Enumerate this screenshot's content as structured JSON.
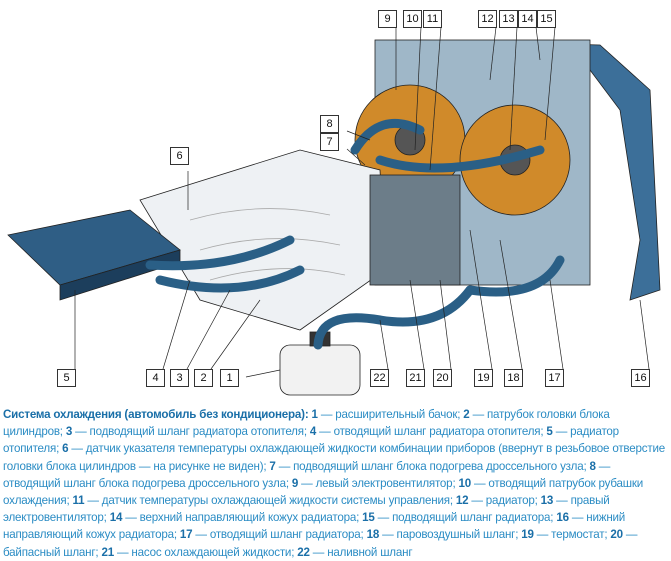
{
  "labels": [
    "1",
    "2",
    "3",
    "4",
    "5",
    "6",
    "7",
    "8",
    "9",
    "10",
    "11",
    "12",
    "13",
    "14",
    "15",
    "16",
    "17",
    "18",
    "19",
    "20",
    "21",
    "22"
  ],
  "caption": {
    "title": "Система охлаждения (автомобиль без кондиционера):",
    "items": [
      {
        "n": "1",
        "t": "расширительный бачок"
      },
      {
        "n": "2",
        "t": "патрубок головки блока цилиндров"
      },
      {
        "n": "3",
        "t": "подводящий шланг радиатора отопителя"
      },
      {
        "n": "4",
        "t": "отводящий шланг радиатора отопителя"
      },
      {
        "n": "5",
        "t": "радиатор отопителя"
      },
      {
        "n": "6",
        "t": "датчик указателя температуры охлаждающей жидкости комбинации приборов (ввернут в резьбовое отверстие головки блока цилиндров — на рисунке не виден)"
      },
      {
        "n": "7",
        "t": "подводящий шланг блока подогрева дроссельного узла"
      },
      {
        "n": "8",
        "t": "отводящий шланг блока подогрева дроссельного узла"
      },
      {
        "n": "9",
        "t": "левый электровентилятор"
      },
      {
        "n": "10",
        "t": "отводящий патрубок рубашки охлаждения"
      },
      {
        "n": "11",
        "t": "датчик температуры охлаждающей жидкости системы управления"
      },
      {
        "n": "12",
        "t": "радиатор"
      },
      {
        "n": "13",
        "t": "правый электровентилятор"
      },
      {
        "n": "14",
        "t": "верхний направляющий кожух радиатора"
      },
      {
        "n": "15",
        "t": "подводящий шланг радиатора"
      },
      {
        "n": "16",
        "t": "нижний направляющий кожух радиатора"
      },
      {
        "n": "17",
        "t": "отводящий шланг радиатора"
      },
      {
        "n": "18",
        "t": "паровоздушный шланг"
      },
      {
        "n": "19",
        "t": "термостат"
      },
      {
        "n": "20",
        "t": "байпасный шланг"
      },
      {
        "n": "21",
        "t": "насос охлаждающей жидкости"
      },
      {
        "n": "22",
        "t": "наливной шланг"
      }
    ]
  },
  "colors": {
    "hose": "#2a5f86",
    "caption": "#2b8cc4",
    "fan": "#d08a2a"
  }
}
